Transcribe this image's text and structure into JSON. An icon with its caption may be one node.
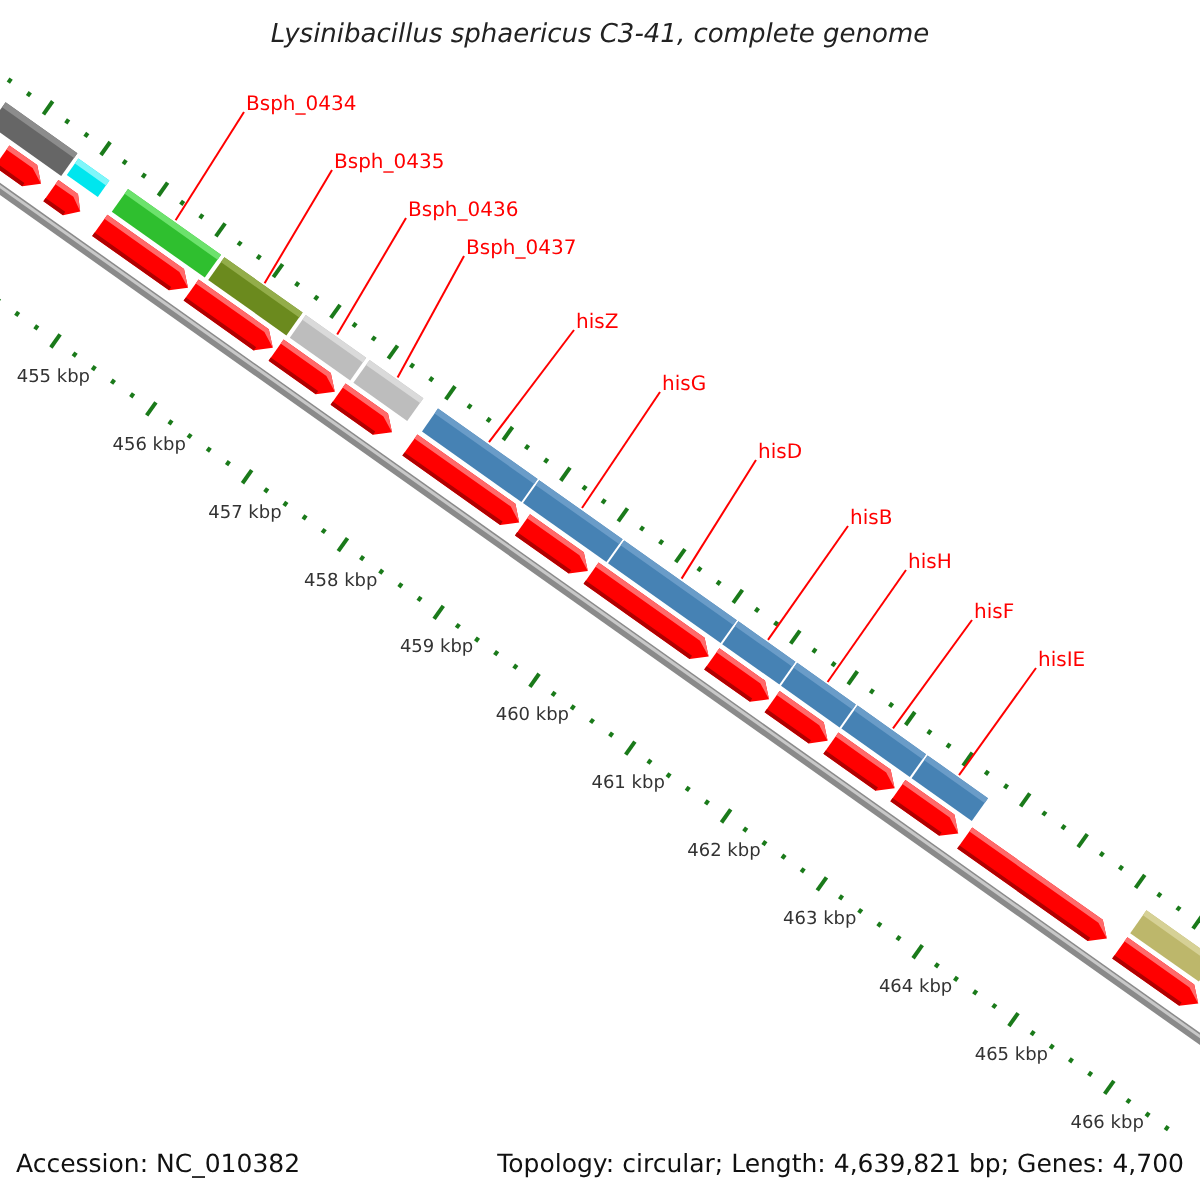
{
  "diagram": {
    "title": "Lysinibacillus sphaericus C3-41, complete genome",
    "nodes": [
      {
        "text": [
          "Bsph_0434"
        ]
      },
      {
        "text": [
          "Bsph_0435"
        ]
      },
      {
        "text": [
          "Bsph_0436"
        ]
      },
      {
        "text": [
          "Bsph_0437"
        ]
      },
      {
        "text": [
          "hisZ"
        ]
      },
      {
        "text": [
          "hisG"
        ]
      },
      {
        "text": [
          "hisD"
        ]
      },
      {
        "text": [
          "hisB"
        ]
      },
      {
        "text": [
          "hisH"
        ]
      },
      {
        "text": [
          "hisF"
        ]
      },
      {
        "text": [
          "hisIE"
        ]
      },
      {
        "text": [],
        "shape": "bar"
      },
      {
        "text": [],
        "shape": "bar"
      },
      {
        "text": [],
        "shape": "bar"
      },
      {
        "text": [],
        "shape": "bar"
      },
      {
        "text": [],
        "shape": "bar"
      },
      {
        "text": [],
        "shape": "bar"
      },
      {
        "text": [],
        "shape": "bar"
      },
      {
        "text": [],
        "shape": "bar"
      },
      {
        "text": [],
        "shape": "bar"
      },
      {
        "text": [],
        "shape": "bar"
      },
      {
        "text": [],
        "shape": "bar"
      },
      {
        "text": [],
        "shape": "bar"
      },
      {
        "text": [],
        "shape": "bar"
      },
      {
        "text": [],
        "shape": "bar"
      },
      {
        "text": [],
        "shape": "arrow"
      },
      {
        "text": [],
        "shape": "arrow"
      },
      {
        "text": [],
        "shape": "arrow"
      },
      {
        "text": [],
        "shape": "arrow"
      },
      {
        "text": [],
        "shape": "arrow"
      },
      {
        "text": [],
        "shape": "arrow"
      },
      {
        "text": [],
        "shape": "arrow"
      },
      {
        "text": [],
        "shape": "arrow"
      },
      {
        "text": [],
        "shape": "arrow"
      },
      {
        "text": [],
        "shape": "arrow"
      },
      {
        "text": [],
        "shape": "arrow"
      },
      {
        "text": [],
        "shape": "arrow"
      },
      {
        "text": [],
        "shape": "arrow"
      },
      {
        "text": [],
        "shape": "arrow"
      },
      {
        "text": [],
        "shape": "arrow"
      }
    ],
    "edges": [
      {
        "from": 0,
        "to": 13,
        "arrow": "none"
      },
      {
        "from": 1,
        "to": 14,
        "arrow": "none"
      },
      {
        "from": 2,
        "to": 15,
        "arrow": "none"
      },
      {
        "from": 3,
        "to": 16,
        "arrow": "none"
      },
      {
        "from": 4,
        "to": 17,
        "arrow": "none"
      },
      {
        "from": 5,
        "to": 18,
        "arrow": "none"
      },
      {
        "from": 6,
        "to": 19,
        "arrow": "none"
      },
      {
        "from": 7,
        "to": 20,
        "arrow": "none"
      },
      {
        "from": 8,
        "to": 21,
        "arrow": "none"
      },
      {
        "from": 9,
        "to": 22,
        "arrow": "none"
      },
      {
        "from": 10,
        "to": 23,
        "arrow": "none"
      }
    ],
    "labels": [
      "455 kbp",
      "456 kbp",
      "457 kbp",
      "458 kbp",
      "459 kbp",
      "460 kbp",
      "461 kbp",
      "462 kbp",
      "463 kbp",
      "464 kbp",
      "465 kbp",
      "466 kbp",
      "Accession: NC_010382",
      "Topology: circular; Length: 4,639,821 bp; Genes: 4,700"
    ]
  }
}
